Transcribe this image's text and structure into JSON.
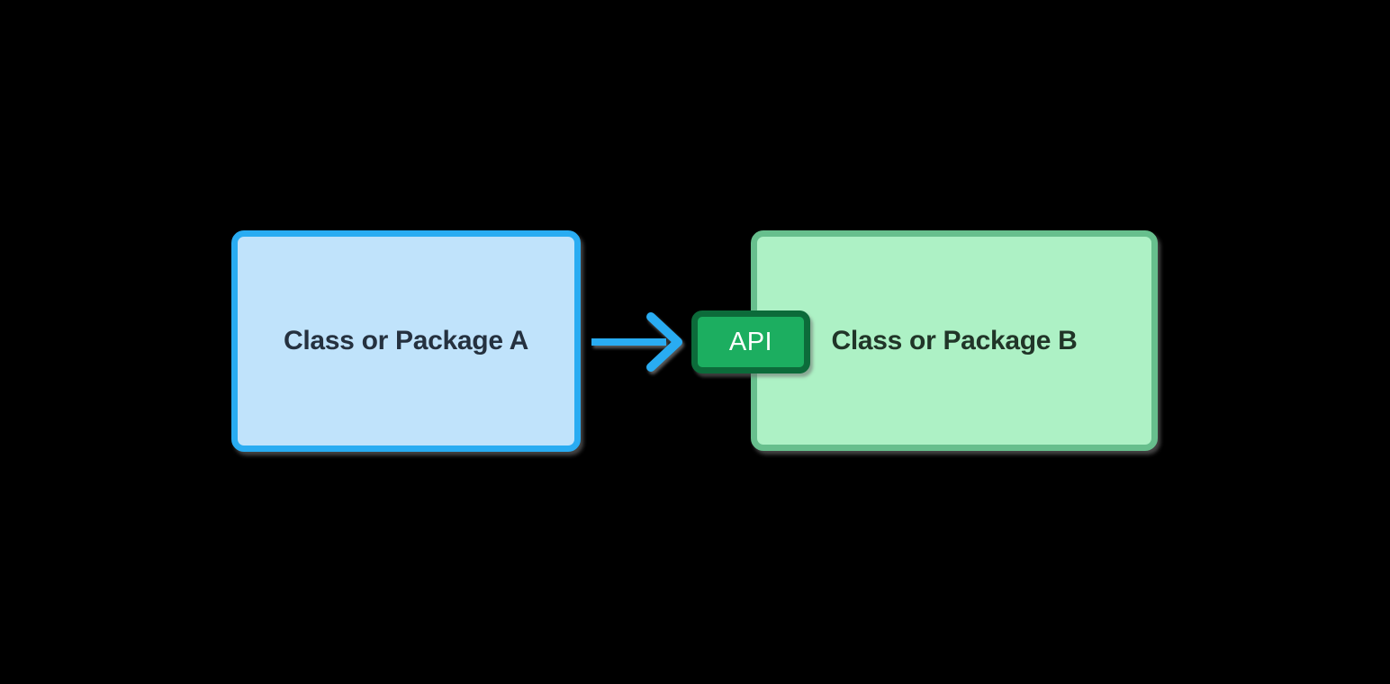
{
  "background_color": "#000000",
  "diagram": {
    "node_a": {
      "label": "Class or Package A",
      "fill": "#C0E3FB",
      "border": "#29ACF2",
      "text_color": "#25313F"
    },
    "node_b": {
      "label": "Class or Package B",
      "fill": "#ADF1C5",
      "border": "#67BF8D",
      "text_color": "#213528"
    },
    "api_badge": {
      "label": "API",
      "fill": "#1CAE60",
      "border": "#0C6B3A",
      "text_color": "#FFFFFF"
    },
    "arrow": {
      "color": "#29ACF2"
    }
  }
}
